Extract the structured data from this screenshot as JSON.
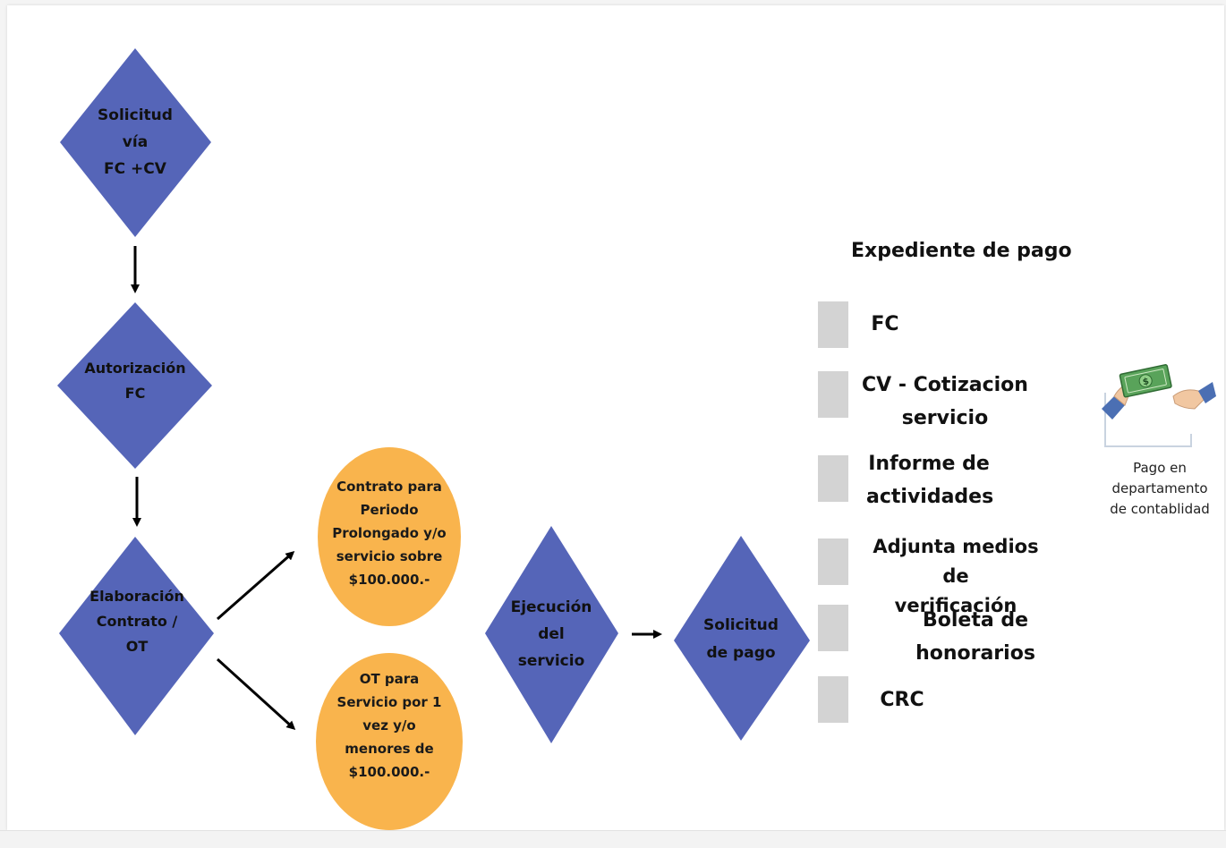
{
  "colors": {
    "diamond": "#5565b8",
    "circle": "#f9b44d",
    "arrow": "#000000",
    "checkbox": "#d3d3d3"
  },
  "flow": {
    "request": "Solicitud\nvía\nFC +CV",
    "authorization": "Autorización\nFC",
    "elaboration": "Elaboración\nContrato /\nOT",
    "contract_option": "Contrato para\nPeriodo\nProlongado y/o\nservicio sobre\n$100.000.-",
    "ot_option": "OT para\nServicio por 1\nvez y/o\nmenores de\n$100.000.-",
    "execution": "Ejecución\ndel\nservicio",
    "payment_request": "Solicitud\nde pago"
  },
  "payment_file": {
    "title": "Expediente de pago",
    "items": [
      "FC",
      "CV -  Cotizacion\nservicio",
      "Informe de\nactividades",
      "Adjunta medios de\nverificación",
      "Boleta de honorarios",
      "CRC"
    ]
  },
  "payment_image": {
    "icon": "hand-over-money-icon",
    "caption": "Pago en\ndepartamento\nde contablidad"
  }
}
